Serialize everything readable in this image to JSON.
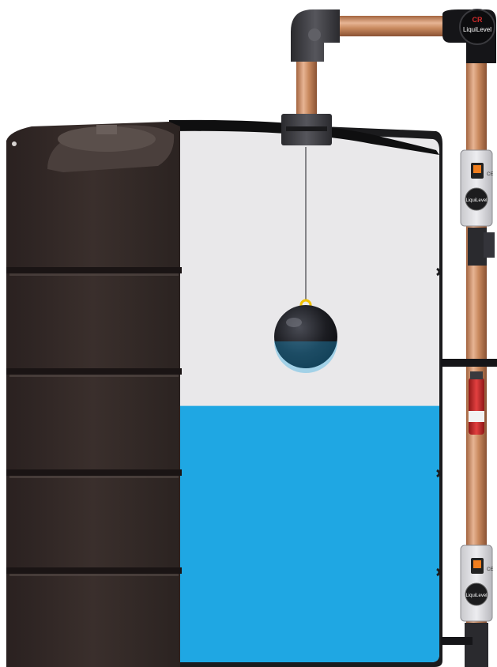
{
  "scene": {
    "fill_level_pct": 49,
    "colors": {
      "tank_dark": "#2d2422",
      "tank_mid": "#3b302d",
      "tank_interior": "#e9e8ea",
      "water": "#1fa7e3",
      "copper": "#c98a5f",
      "fitting": "#3a3a3e",
      "float": "#1c1d22",
      "float_ring": "#f2c200",
      "accent_red": "#d22b2b"
    }
  },
  "brand": {
    "logo_mark": "CR",
    "logo_name": "LiquiLevel",
    "switch_label": "LiquiLevel",
    "switch_marks": "CE"
  },
  "icons": {
    "float": "float-ball-icon",
    "switch": "float-switch-icon",
    "valve": "valve-icon"
  }
}
